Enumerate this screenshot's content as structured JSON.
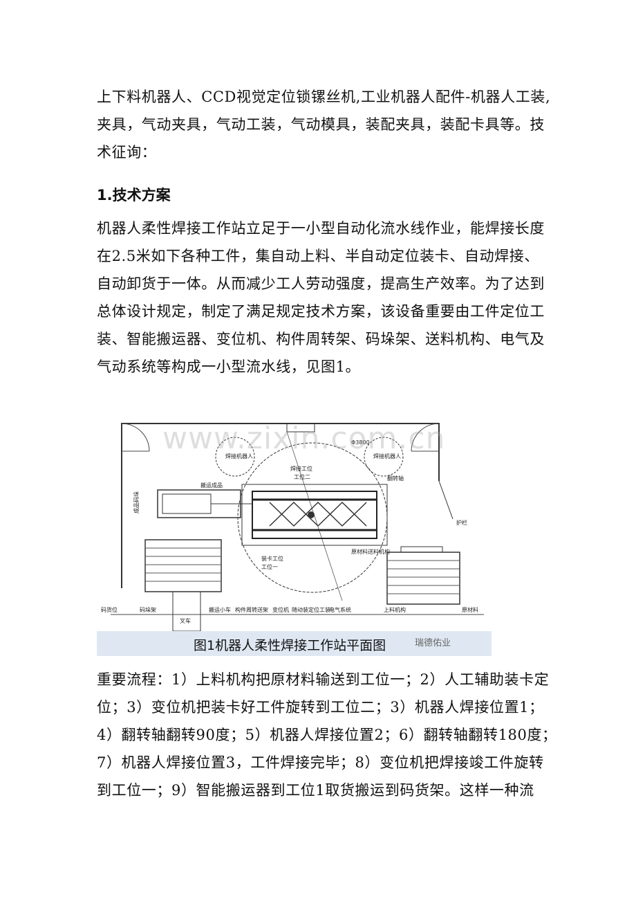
{
  "para1": {
    "lines": [
      "上下料机器人、CCD视觉定位锁镙丝机,工业机器人配件-机器人工装,",
      "夹具，气动夹具，气动工装，气动模具，装配夹具，装配卡具等。技",
      "术征询："
    ]
  },
  "heading": "1.技术方案",
  "para2": {
    "lines": [
      "机器人柔性焊接工作站立足于一小型自动化流水线作业，能焊接长度",
      "在2.5米如下各种工件，集自动上料、半自动定位装卡、自动焊接、",
      "自动卸货于一体。从而减少工人劳动强度，提高生产效率。为了达到",
      "总体设计规定，制定了满足规定技术方案，该设备重要由工件定位工",
      "装、智能搬运器、变位机、构件周转架、码垛架、送料机构、电气及",
      "气动系统等构成一小型流水线，见图1。"
    ]
  },
  "figure": {
    "watermark": "www.zixin.com.cn",
    "caption": "图1机器人柔性焊接工作站平面图",
    "corner_mark": "瑞德佑业",
    "labels": {
      "robot_left": "焊接机器人",
      "robot_right": "焊接机器人",
      "station": "焊接工位",
      "station2": "工位二",
      "flip_axis": "翻转轴",
      "transport": "搬运成品",
      "guardrail": "护栏",
      "diameter": "Φ3800",
      "bottom_1": "码货位",
      "bottom_2": "码垛架",
      "bottom_3": "叉车",
      "bottom_4": "搬运小车",
      "bottom_5": "构件周转送架",
      "bottom_6": "变位机",
      "bottom_7": "随动装定位工装",
      "bottom_8": "电气系统",
      "bottom_9": "上料机构",
      "bottom_10": "原材料",
      "side_left": "成品码垛",
      "mid_1": "装卡工位",
      "mid_2": "工位一",
      "feed": "原材料送料机构"
    }
  },
  "para3": {
    "lines": [
      "重要流程：1）上料机构把原材料输送到工位一；2）人工辅助装卡定",
      "位；3）变位机把装卡好工件旋转到工位二；3）机器人焊接位置1；",
      "4）翻转轴翻转90度；5）机器人焊接位置2；6）翻转轴翻转180度；",
      "7）机器人焊接位置3，工件焊接完毕；8）变位机把焊接竣工件旋转",
      "到工位一；9）智能搬运器到工位1取货搬运到码货架。这样一种流"
    ]
  }
}
